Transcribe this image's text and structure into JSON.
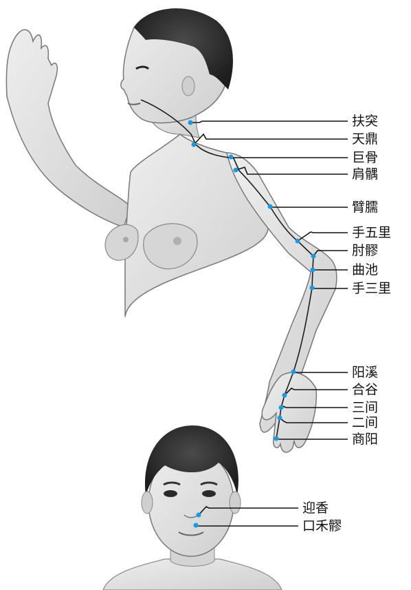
{
  "colors": {
    "acupoint": "#1a9be0",
    "meridian_line": "#1c1c1c",
    "leader_line": "#111111",
    "skin": "#dcdcdc",
    "hair": "#2a2a2a"
  },
  "arm_points": [
    {
      "key": "futu",
      "label": "扶突"
    },
    {
      "key": "tianding",
      "label": "天鼎"
    },
    {
      "key": "jugu",
      "label": "巨骨"
    },
    {
      "key": "jianyu",
      "label": "肩髃"
    },
    {
      "key": "binao",
      "label": "臂臑"
    },
    {
      "key": "shouwuli",
      "label": "手五里"
    },
    {
      "key": "zhouliao",
      "label": "肘髎"
    },
    {
      "key": "quchi",
      "label": "曲池"
    },
    {
      "key": "shousanli",
      "label": "手三里"
    },
    {
      "key": "yangxi",
      "label": "阳溪"
    },
    {
      "key": "hegu",
      "label": "合谷"
    },
    {
      "key": "sanjian",
      "label": "三间"
    },
    {
      "key": "erjian",
      "label": "二间"
    },
    {
      "key": "shangyang",
      "label": "商阳"
    }
  ],
  "face_points": [
    {
      "key": "yingxiang",
      "label": "迎香"
    },
    {
      "key": "kouheliao",
      "label": "口禾髎"
    }
  ]
}
